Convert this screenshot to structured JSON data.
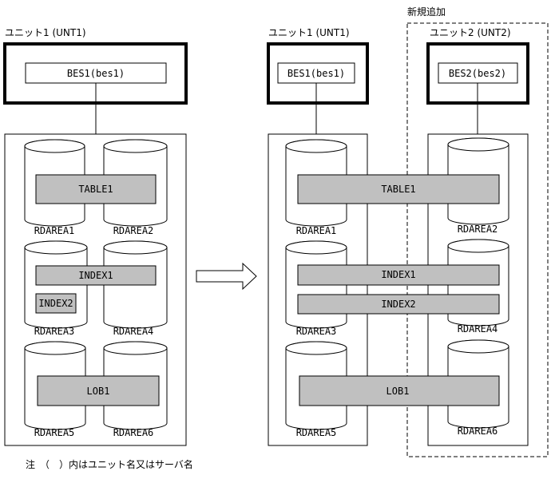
{
  "labels": {
    "left_unit": "ユニット1 (UNT1)",
    "right_unit1": "ユニット1 (UNT1)",
    "right_unit2": "ユニット2 (UNT2)",
    "new_addition": "新規追加",
    "note": "注　（　）内はユニット名又はサーバ名"
  },
  "servers": {
    "bes1": "BES1(bes1)",
    "bes2": "BES2(bes2)"
  },
  "tables": {
    "table1": "TABLE1",
    "index1": "INDEX1",
    "index2": "INDEX2",
    "lob1": "LOB1"
  },
  "rdareas": {
    "a1": "RDAREA1",
    "a2": "RDAREA2",
    "a3": "RDAREA3",
    "a4": "RDAREA4",
    "a5": "RDAREA5",
    "a6": "RDAREA6"
  },
  "colors": {
    "bar_fill": "#c0c0c0",
    "stroke": "#000000",
    "background": "#ffffff"
  }
}
